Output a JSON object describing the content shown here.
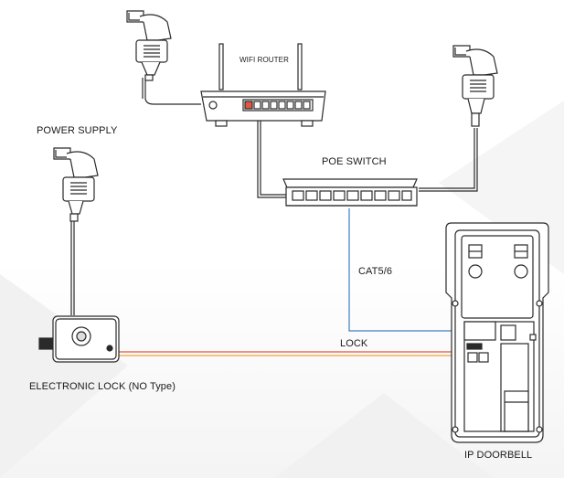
{
  "labels": {
    "wifi_router": "WIFI ROUTER",
    "power_supply": "POWER SUPPLY",
    "poe_switch": "POE SWITCH",
    "cat": "CAT5/6",
    "lock_wire": "LOCK",
    "electronic_lock": "ELECTRONIC LOCK (NO Type)",
    "ip_doorbell": "IP DOORBELL"
  },
  "colors": {
    "line": "#2a2a2a",
    "cat_cable": "#3e7fc4",
    "lock_red": "#e0563f",
    "lock_orange": "#f2a13a",
    "router_port_accent": "#e0563f"
  },
  "icons": [
    "power-adapter-icon",
    "wifi-router-icon",
    "poe-switch-icon",
    "electronic-lock-icon",
    "ip-doorbell-icon"
  ]
}
